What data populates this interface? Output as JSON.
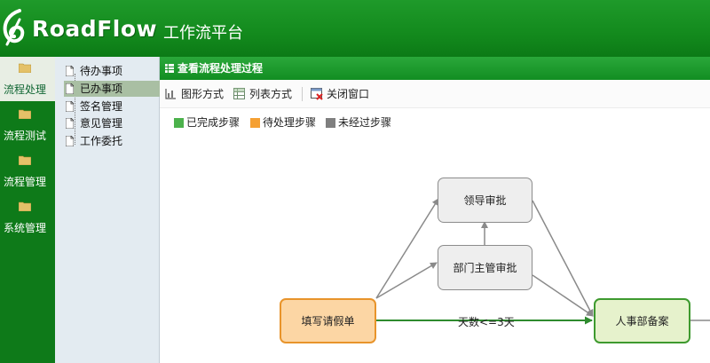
{
  "header": {
    "logo_text": "RoadFlow",
    "subtitle": "工作流平台",
    "bg_color": "#138a1d"
  },
  "modules": [
    {
      "label": "流程处理",
      "active": true,
      "icon": "folder-icon"
    },
    {
      "label": "流程测试",
      "active": false,
      "icon": "folder-icon"
    },
    {
      "label": "流程管理",
      "active": false,
      "icon": "folder-icon"
    },
    {
      "label": "系统管理",
      "active": false,
      "icon": "folder-icon"
    }
  ],
  "submenu": [
    {
      "label": "待办事项",
      "active": false,
      "icon": "document-icon"
    },
    {
      "label": "已办事项",
      "active": true,
      "icon": "document-icon"
    },
    {
      "label": "签名管理",
      "active": false,
      "icon": "document-icon"
    },
    {
      "label": "意见管理",
      "active": false,
      "icon": "document-icon"
    },
    {
      "label": "工作委托",
      "active": false,
      "icon": "document-icon"
    }
  ],
  "main": {
    "title": "查看流程处理过程",
    "toolbar": {
      "graph_view": "图形方式",
      "list_view": "列表方式",
      "close_window": "关闭窗口"
    },
    "legend": [
      {
        "label": "已完成步骤",
        "color": "#4cb24c"
      },
      {
        "label": "待处理步骤",
        "color": "#f5a033"
      },
      {
        "label": "未经过步骤",
        "color": "#7f7f7f"
      }
    ],
    "flow": {
      "nodes": {
        "fill_form": {
          "label": "填写请假单",
          "status": "pending"
        },
        "leader_approve": {
          "label": "领导审批",
          "status": "not-passed"
        },
        "dept_approve": {
          "label": "部门主管审批",
          "status": "not-passed"
        },
        "hr_record": {
          "label": "人事部备案",
          "status": "done"
        }
      },
      "edge_condition": "天数<=3天"
    }
  }
}
